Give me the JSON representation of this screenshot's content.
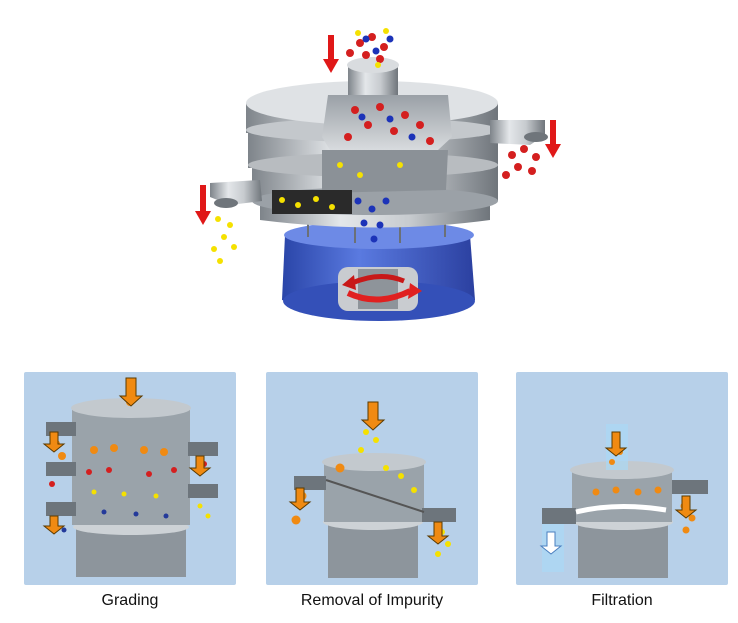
{
  "captions": {
    "grading": "Grading",
    "removal": "Removal of Impurity",
    "filtration": "Filtration"
  },
  "colors": {
    "panel_bg": "#b9d2ea",
    "steel": "#aeb3b8",
    "base_blue": "#3d5fc9",
    "arrow_red": "#e01818",
    "particle_yellow": "#f5e100",
    "particle_red": "#d41f1f",
    "particle_blue": "#1c33b8",
    "particle_orange": "#f08a12"
  },
  "icons": {
    "flow_arrow": "down-arrow-icon",
    "rotation": "rotation-arrows-icon"
  }
}
